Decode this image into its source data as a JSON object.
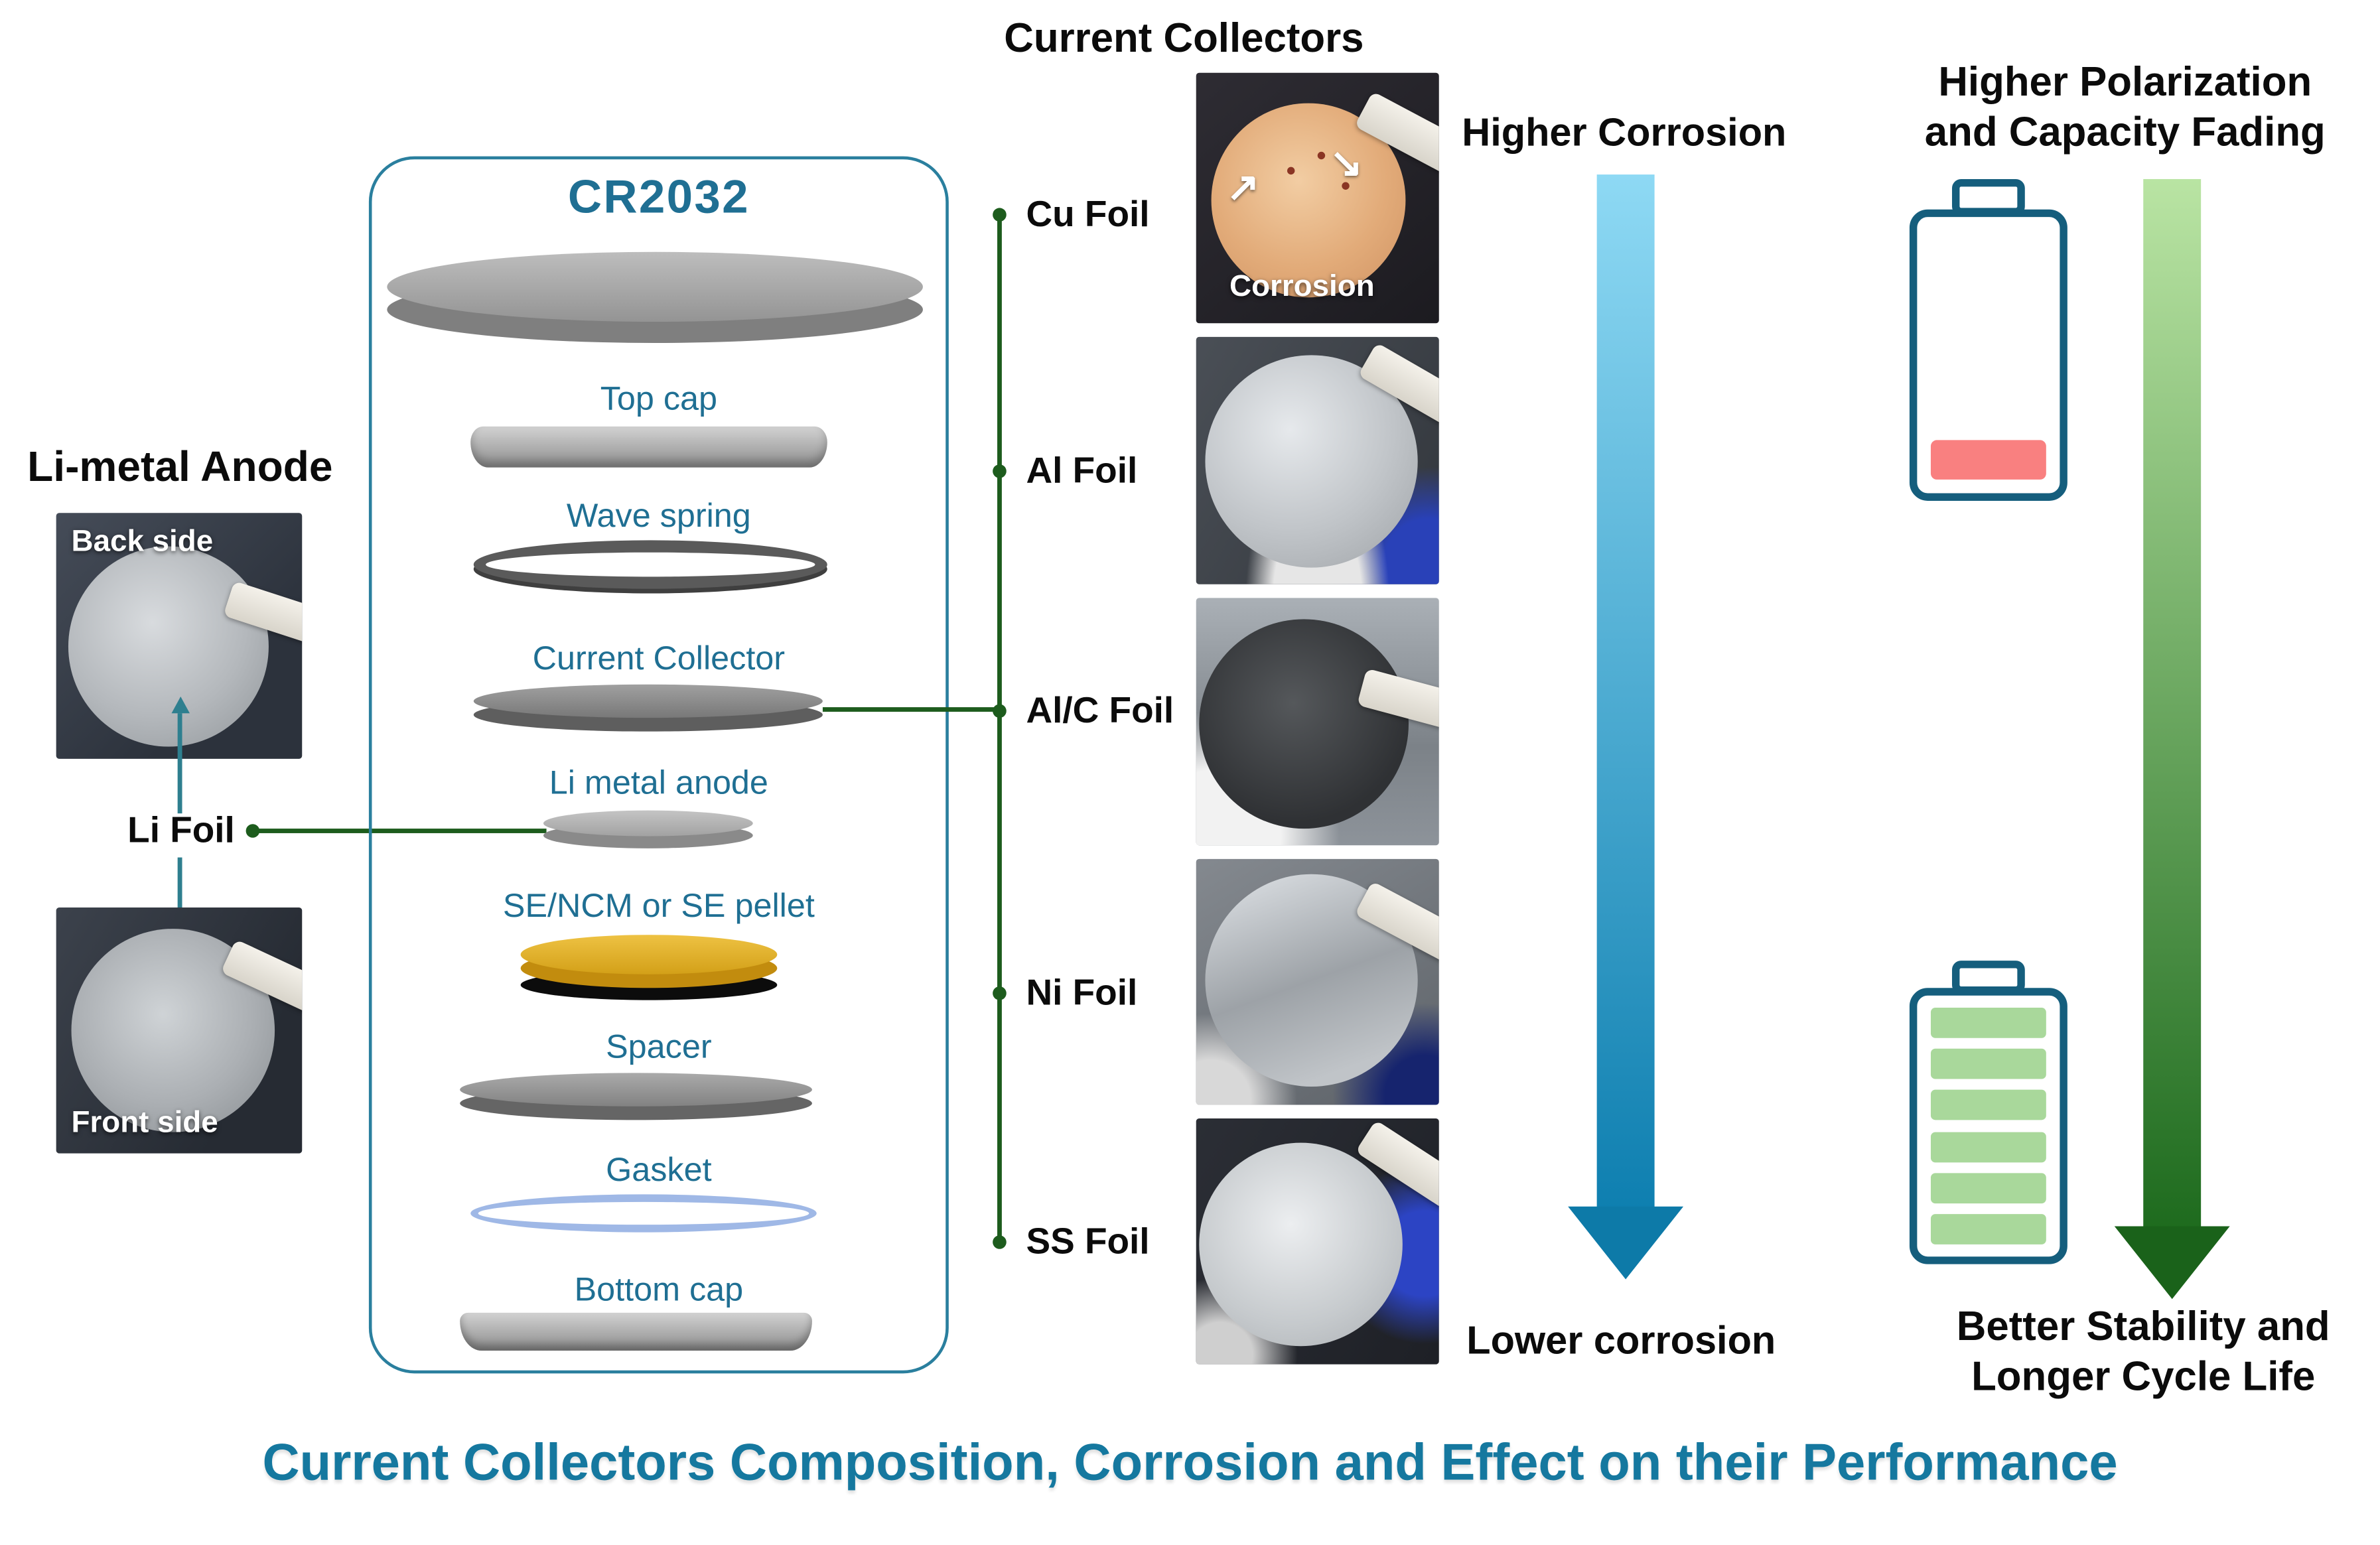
{
  "figure": {
    "bottom_title": "Current Collectors Composition, Corrosion and Effect on their Performance"
  },
  "anode": {
    "heading": "Li-metal Anode",
    "back_photo_label": "Back side",
    "front_photo_label": "Front side",
    "foil_label": "Li Foil"
  },
  "cr2032": {
    "title": "CR2032",
    "components": [
      "Top cap",
      "Wave spring",
      "Current Collector",
      "Li metal anode",
      "SE/NCM or SE pellet",
      "Spacer",
      "Gasket",
      "Bottom cap"
    ]
  },
  "collectors": {
    "heading": "Current Collectors",
    "items": [
      "Cu Foil",
      "Al Foil",
      "Al/C Foil",
      "Ni Foil",
      "SS Foil"
    ],
    "corrosion_annotation": "Corrosion"
  },
  "corrosion_axis": {
    "top_label": "Higher Corrosion",
    "bottom_label": "Lower corrosion"
  },
  "performance_axis": {
    "top_label": "Higher Polarization and Capacity Fading",
    "bottom_label": "Better Stability and Longer Cycle Life"
  },
  "colors": {
    "teal_text": "#1f6f93",
    "title_teal": "#15789f",
    "green_line": "#1d5c1d",
    "blue_arrow_start": "#8ed9f4",
    "blue_arrow_end": "#0e7fb0",
    "green_arrow_start": "#b9e4a3",
    "green_arrow_end": "#1e6b1e",
    "battery_outline": "#155e7d",
    "battery_low_bar": "#f98080",
    "battery_full_bar": "#a9d89b"
  }
}
